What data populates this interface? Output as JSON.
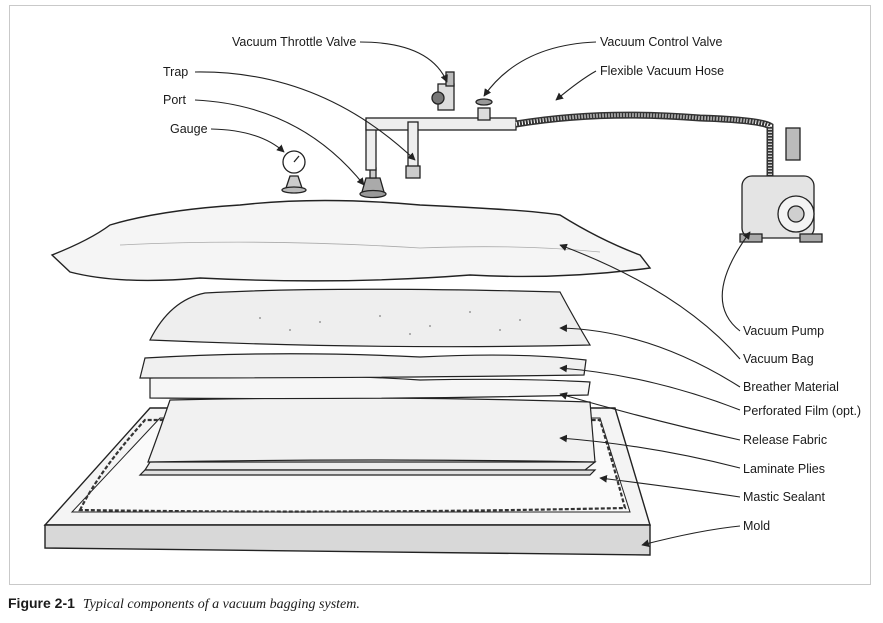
{
  "labels": {
    "throttle_valve": "Vacuum Throttle Valve",
    "control_valve": "Vacuum Control Valve",
    "flexible_hose": "Flexible Vacuum Hose",
    "trap": "Trap",
    "port": "Port",
    "gauge": "Gauge",
    "vacuum_pump": "Vacuum Pump",
    "vacuum_bag": "Vacuum Bag",
    "breather": "Breather Material",
    "perforated_film": "Perforated Film (opt.)",
    "release_fabric": "Release Fabric",
    "laminate_plies": "Laminate Plies",
    "mastic_sealant": "Mastic Sealant",
    "mold": "Mold"
  },
  "caption": {
    "number": "Figure 2-1",
    "text": "Typical components of a vacuum bagging system."
  }
}
